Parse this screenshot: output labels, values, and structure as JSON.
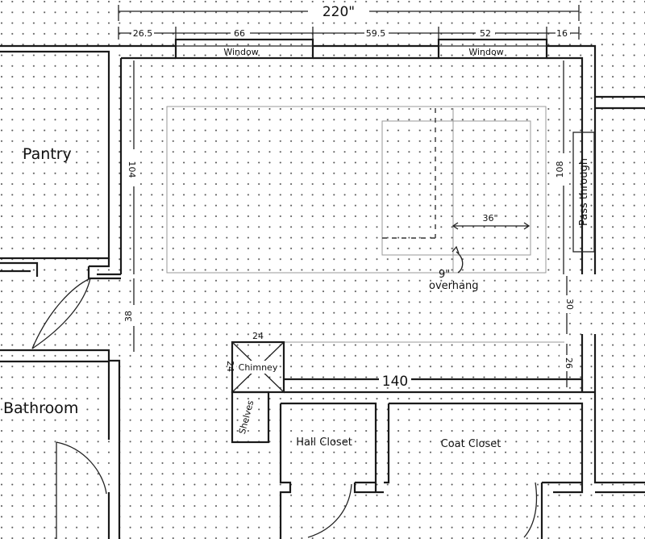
{
  "dimensions": {
    "overall_width": "220\"",
    "seg_left": "26.5",
    "seg_window1": "66",
    "seg_middle": "59.5",
    "seg_window2": "52",
    "seg_right": "16",
    "left_wall": "104",
    "right_wall": "108",
    "door_gap_left": "38",
    "pass_gap_right": "30",
    "small_right": "26",
    "chimney_top": "24",
    "chimney_side": "24",
    "bottom_wall": "140",
    "island_depth": "36\"",
    "overhang_value": "9\"",
    "overhang_label": "overhang"
  },
  "labels": {
    "window_left": "Window",
    "window_right": "Window",
    "pantry": "Pantry",
    "bathroom": "Bathroom",
    "chimney": "Chimney",
    "shelves": "Shelves",
    "hall_closet": "Hall Closet",
    "coat_closet": "Coat Closet",
    "pass_through": "Pass through"
  }
}
